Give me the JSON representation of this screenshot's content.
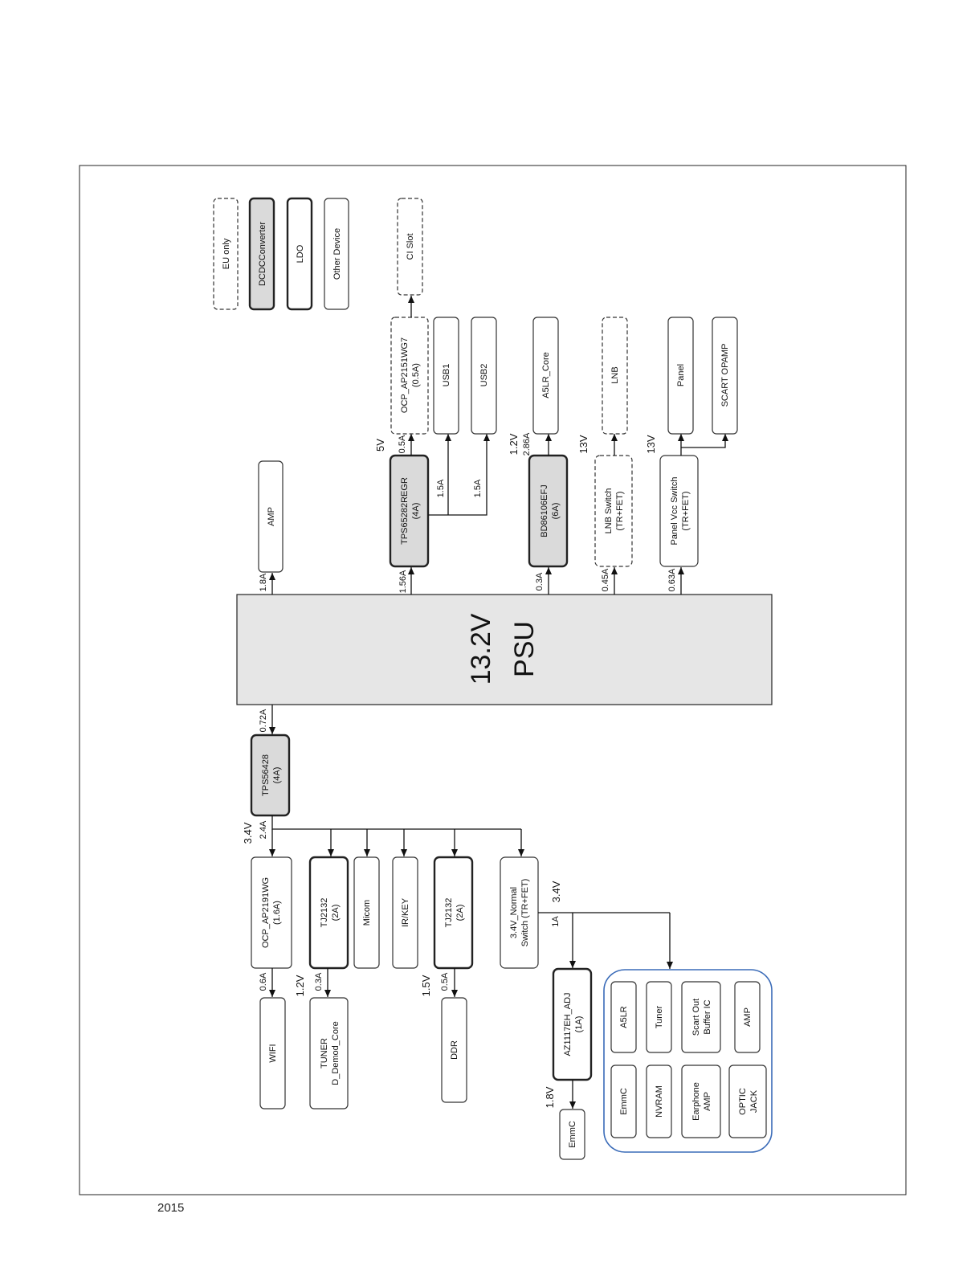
{
  "page": {
    "footer": "2015"
  },
  "legend": {
    "eu_only": "EU only",
    "dcdc": "DCDCConverter",
    "ldo": "LDO",
    "other": "Other Device"
  },
  "psu": {
    "voltage": "13.2V",
    "name": "PSU"
  },
  "blocks": {
    "amp_top": "AMP",
    "tps65282": [
      "TPS65282REGR",
      "(4A)"
    ],
    "bd86106": [
      "BD86106EFJ",
      "(6A)"
    ],
    "lnb_switch": [
      "LNB Switch",
      "(TR+FET)"
    ],
    "panel_vcc_switch": [
      "Panel Vcc Switch",
      "(TR+FET)"
    ],
    "ocp_ap2151": [
      "OCP_AP2151WG7",
      "(0.5A)"
    ],
    "ci_slot": "CI Slot",
    "usb1": "USB1",
    "usb2": "USB2",
    "a5lr_core": "A5LR_Core",
    "lnb": "LNB",
    "panel": "Panel",
    "scart_opamp": "SCART OPAMP",
    "tps56428": [
      "TPS56428",
      "(4A)"
    ],
    "ocp_ap2191": [
      "OCP_AP2191WG",
      "(1.6A)"
    ],
    "tj2132_a": [
      "TJ2132",
      "(2A)"
    ],
    "micom": "Micom",
    "ir_key": "IR/KEY",
    "tj2132_b": [
      "TJ2132",
      "(2A)"
    ],
    "normal_switch": [
      "3.4V_Normal",
      "Switch (TR+FET)"
    ],
    "wifi": "WIFI",
    "tuner_core": [
      "TUNER",
      "D_Demod_Core"
    ],
    "ddr": "DDR",
    "az1117": [
      "AZ1117EH_ADJ",
      "(1A)"
    ],
    "emmc_18": "EmmC"
  },
  "group_items": {
    "a5lr": "A5LR",
    "tuner": "Tuner",
    "scart_buffer": [
      "Scart Out",
      "Buffer IC"
    ],
    "amp": "AMP",
    "emmc": "EmmC",
    "nvram": "NVRAM",
    "earphone_amp": [
      "Earphone",
      "AMP"
    ],
    "optic_jack": [
      "OPTIC",
      "JACK"
    ]
  },
  "labels": {
    "amp_current": "1.8A",
    "tps65282_in": "1.56A",
    "bd86106_in": "0.3A",
    "lnb_in": "0.45A",
    "panel_in": "0.63A",
    "tps65282_out_current": "0.5A",
    "tps65282_out_voltage": "5V",
    "usb1_current": "1.5A",
    "usb2_current": "1.5A",
    "bd86106_out_voltage": "1.2V",
    "bd86106_out_current": "2.86A",
    "lnb_out_voltage": "13V",
    "panel_out_voltage": "13V",
    "tps56428_in": "0.72A",
    "tps56428_out_voltage": "3.4V",
    "tps56428_out_current": "2.4A",
    "wifi_current": "0.6A",
    "tuner_voltage": "1.2V",
    "tuner_current": "0.3A",
    "ddr_voltage": "1.5V",
    "ddr_current": "0.5A",
    "normal_current": "1A",
    "normal_voltage": "3.4V",
    "emmc_voltage": "1.8V"
  },
  "colors": {
    "dcdc_fill": "#dadada",
    "psu_fill": "#e6e6e6",
    "group_border": "#3a6bb8",
    "line": "#111111"
  }
}
